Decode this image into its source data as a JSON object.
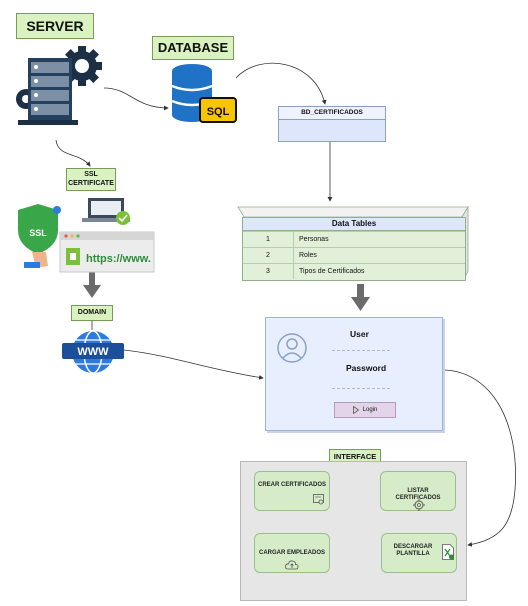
{
  "labels": {
    "server": "SERVER",
    "database": "DATABASE",
    "sql": "SQL",
    "ssl_line1": "SSL",
    "ssl_line2": "CERTIFICATE",
    "ssl_shield": "SSL",
    "url": "https://www.",
    "www": "WWW",
    "domain": "DOMAIN",
    "interface": "INTERFACE"
  },
  "database_box": {
    "title": "BD_CERTIFICADOS"
  },
  "data_tables": {
    "title": "Data Tables",
    "rows": [
      {
        "num": "1",
        "name": "Personas"
      },
      {
        "num": "2",
        "name": "Roles"
      },
      {
        "num": "3",
        "name": "Tipos de Certificados"
      }
    ]
  },
  "login": {
    "user_label": "User",
    "password_label": "Password",
    "button_label": "Login"
  },
  "interface": {
    "crear": "CREAR CERTIFICADOS",
    "listar": "LISTAR CERTIFICADOS",
    "cargar": "CARGAR EMPLEADOS",
    "descargar": "DESCARGAR PLANTILLA"
  },
  "icons": [
    "server-icon",
    "gear-icon",
    "database-icon",
    "shield-icon",
    "laptop-icon",
    "browser-icon",
    "globe-icon",
    "user-icon",
    "play-icon",
    "certificate-icon",
    "settings-icon",
    "upload-icon",
    "excel-icon"
  ],
  "colors": {
    "label_green": "#d9f2c0",
    "db_blue": "#1f72c6",
    "sql_yellow": "#f7c600",
    "login_bg": "#e7eefe"
  }
}
